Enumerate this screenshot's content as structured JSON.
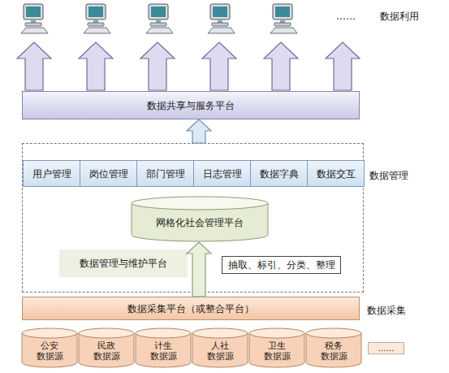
{
  "diagram": {
    "nodes": [
      {
        "text": [
          "数据共享与服务平台"
        ]
      },
      {
        "text": [
          "数据管理"
        ]
      },
      {
        "text": [
          "用户管理"
        ],
        "in": 1
      },
      {
        "text": [
          "岗位管理"
        ],
        "in": 1
      },
      {
        "text": [
          "部门管理"
        ],
        "in": 1
      },
      {
        "text": [
          "日志管理"
        ],
        "in": 1
      },
      {
        "text": [
          "数据字典"
        ],
        "in": 1
      },
      {
        "text": [
          "数据交互"
        ],
        "in": 1
      },
      {
        "text": [
          "网格化社会管理平台"
        ],
        "in": 1
      },
      {
        "text": [
          "数据管理与维护平台"
        ],
        "in": 1
      },
      {
        "text": [
          "抽取、标引、分类、整理"
        ],
        "in": 1
      },
      {
        "text": [
          "数据采集平台（或整合平台）"
        ]
      },
      {
        "text": [
          "公安 数据源"
        ]
      },
      {
        "text": [
          "民政 数据源"
        ]
      },
      {
        "text": [
          "计生 数据源"
        ]
      },
      {
        "text": [
          "人社 数据源"
        ]
      },
      {
        "text": [
          "卫生 数据源"
        ]
      },
      {
        "text": [
          "税务 数据源"
        ]
      },
      {
        "text": [
          "……"
        ]
      }
    ],
    "edges": [
      {
        "from": 1,
        "to": 0,
        "arrow": "to"
      },
      {
        "from": 11,
        "to": 8,
        "arrow": "to"
      }
    ],
    "labels": [
      "数据利用",
      "……",
      "数据采集"
    ]
  }
}
